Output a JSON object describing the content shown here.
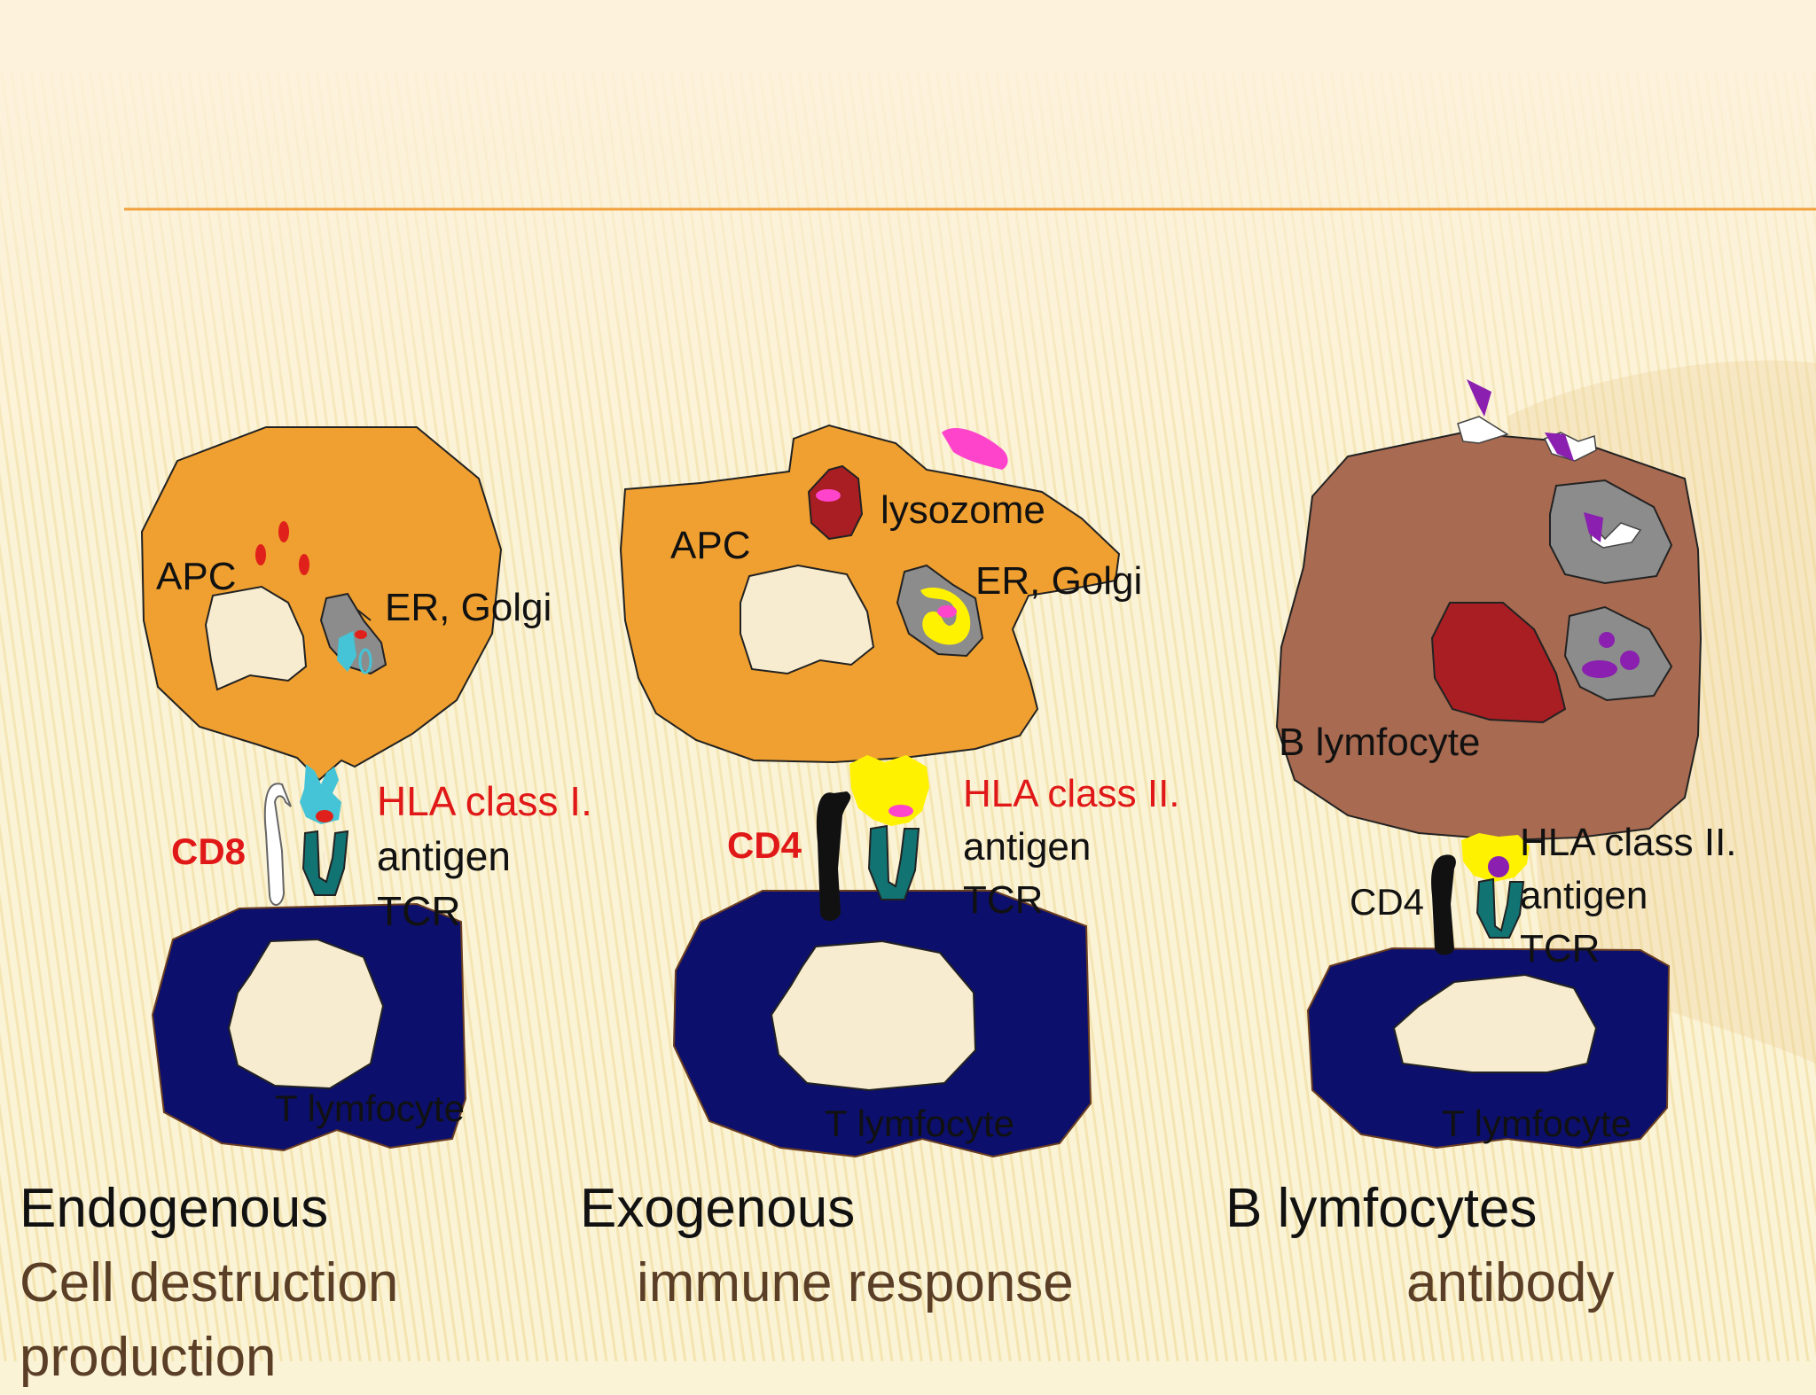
{
  "colors": {
    "background": "#fbf3d6",
    "stripe": "#e9d58f",
    "divider": "#f1a23f",
    "apc": "#f0a030",
    "b_cell": "#a86a50",
    "t_cell": "#0c0f6b",
    "nucleus": "#f8ecd0",
    "organelle": "#8c8c8c",
    "lysosome": "#a81e22",
    "hla_class_1": "#44c4d6",
    "hla_class_2": "#fff200",
    "tcr": "#127373",
    "antigen_red": "#e0201a",
    "antigen_pink": "#ff44cc",
    "antigen_purple": "#8a1fb0",
    "label_red": "#e01818"
  },
  "panels": {
    "endogenous": {
      "apc_label": "APC",
      "organelle_label": "ER, Golgi",
      "hla_label": "HLA class I.",
      "antigen_label": "antigen",
      "tcr_label": "TCR",
      "coreceptor_label": "CD8",
      "t_cell_label": "T lymfocyte",
      "caption_title": "Endogenous",
      "caption_line1": "Cell destruction",
      "caption_line2": "production"
    },
    "exogenous": {
      "apc_label": "APC",
      "lysosome_label": "lysozome",
      "organelle_label": "ER, Golgi",
      "hla_label": "HLA class II.",
      "antigen_label": "antigen",
      "tcr_label": "TCR",
      "coreceptor_label": "CD4",
      "t_cell_label": "T lymfocyte",
      "caption_title": "Exogenous",
      "caption_line1": "immune response"
    },
    "b_lymfocytes": {
      "b_cell_label": "B lymfocyte",
      "hla_label": "HLA class II.",
      "antigen_label": "antigen",
      "tcr_label": "TCR",
      "coreceptor_label": "CD4",
      "t_cell_label": "T lymfocyte",
      "caption_title": "B lymfocytes",
      "caption_line1": "antibody"
    }
  }
}
